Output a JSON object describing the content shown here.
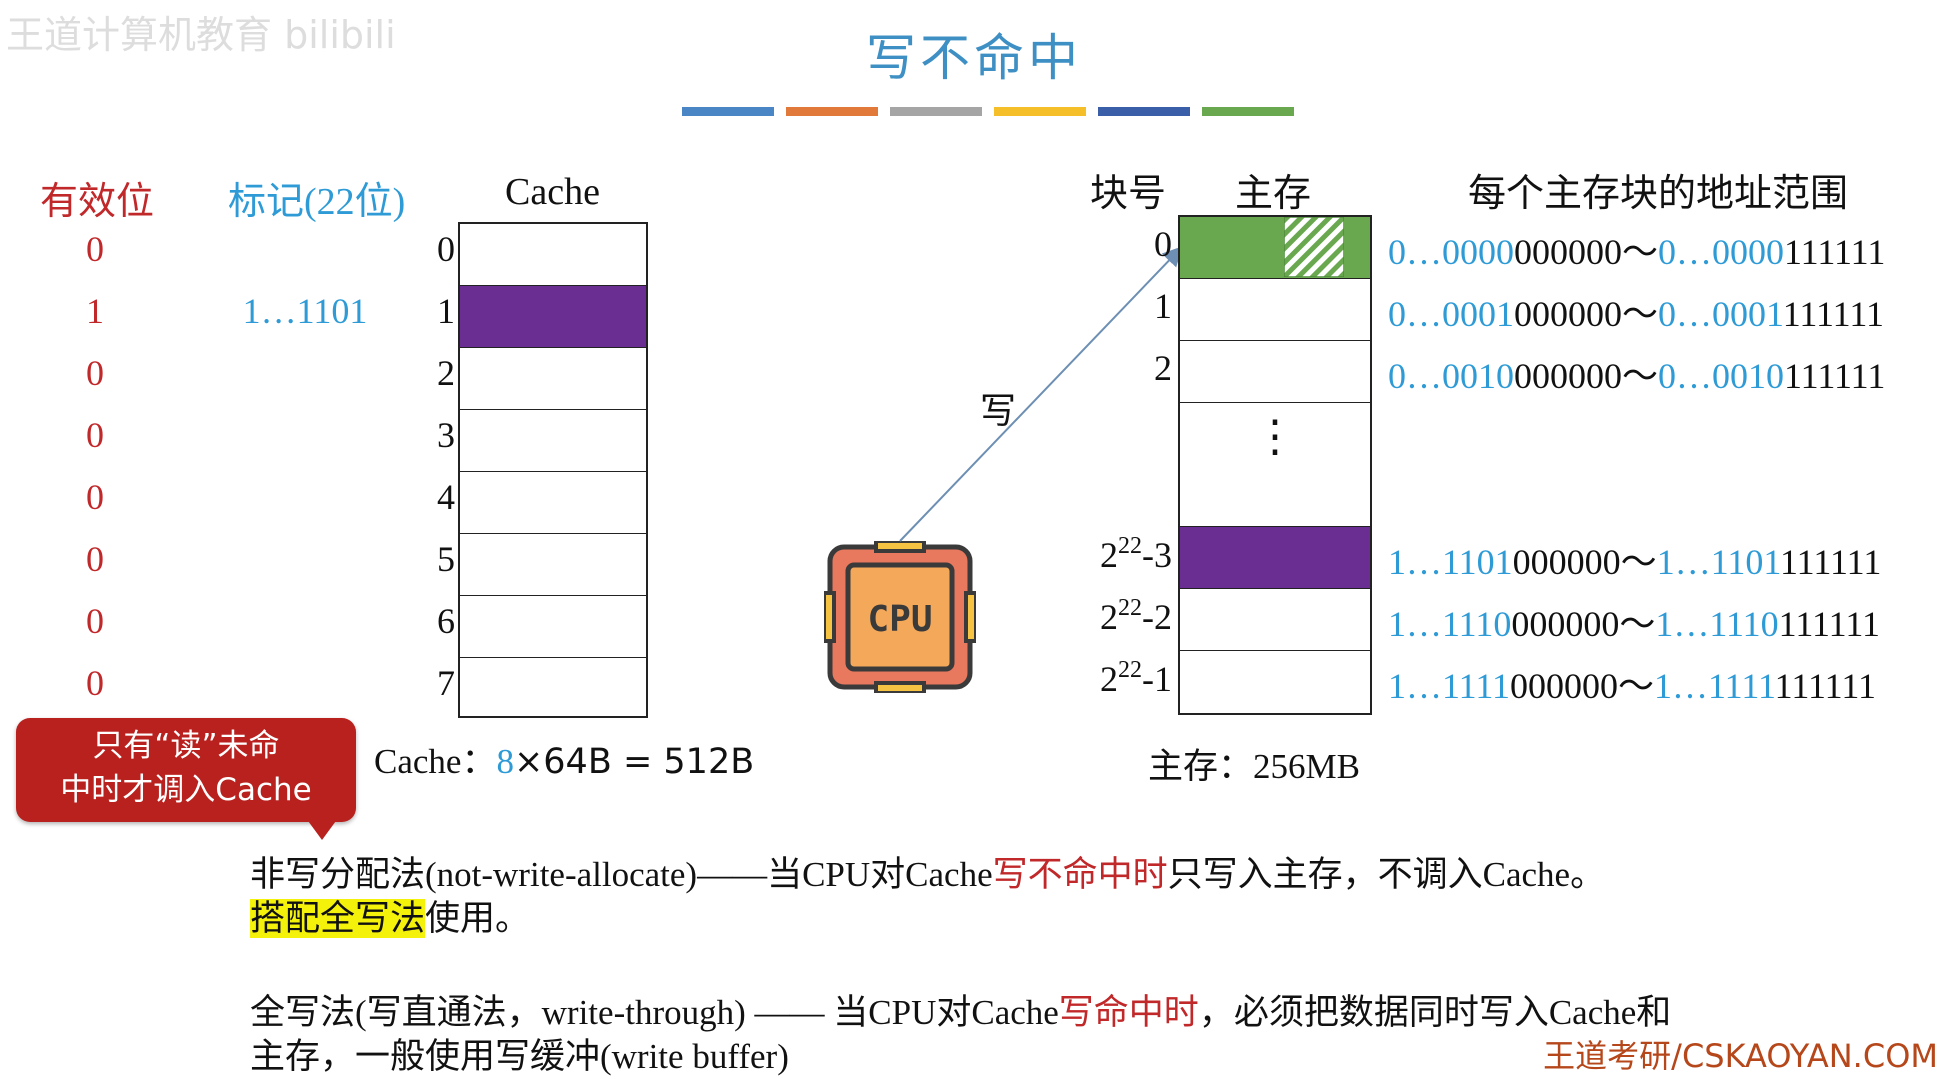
{
  "title": "写不命中",
  "color_bars": [
    "#4a86c5",
    "#e0793a",
    "#a5a5a5",
    "#f5bf2a",
    "#3a5ea8",
    "#6aa84f"
  ],
  "logo_text": "王道计算机教育 bilibili",
  "cache_headers": {
    "valid": "有效位",
    "tag": "标记(22位)",
    "cache": "Cache"
  },
  "cache_rows": [
    {
      "index": "0",
      "valid": "0",
      "tag": ""
    },
    {
      "index": "1",
      "valid": "1",
      "tag": "1…1101"
    },
    {
      "index": "2",
      "valid": "0",
      "tag": ""
    },
    {
      "index": "3",
      "valid": "0",
      "tag": ""
    },
    {
      "index": "4",
      "valid": "0",
      "tag": ""
    },
    {
      "index": "5",
      "valid": "0",
      "tag": ""
    },
    {
      "index": "6",
      "valid": "0",
      "tag": ""
    },
    {
      "index": "7",
      "valid": "0",
      "tag": ""
    }
  ],
  "cache_size": {
    "prefix": "Cache：",
    "count": "8",
    "rest": "×64B = 512B"
  },
  "mem_headers": {
    "block": "块号",
    "mem": "主存",
    "range": "每个主存块的地址范围"
  },
  "mem_rows": [
    {
      "base": "0",
      "exp": "",
      "suffix": "",
      "range_a_hi": "0…0000",
      "range_a_lo": "000000",
      "range_b_hi": "0…0000",
      "range_b_lo": "111111"
    },
    {
      "base": "1",
      "exp": "",
      "suffix": "",
      "range_a_hi": "0…0001",
      "range_a_lo": "000000",
      "range_b_hi": "0…0001",
      "range_b_lo": "111111"
    },
    {
      "base": "2",
      "exp": "",
      "suffix": "",
      "range_a_hi": "0…0010",
      "range_a_lo": "000000",
      "range_b_hi": "0…0010",
      "range_b_lo": "111111"
    },
    {
      "base": "2",
      "exp": "22",
      "suffix": "-3",
      "range_a_hi": "1…1101",
      "range_a_lo": "000000",
      "range_b_hi": "1…1101",
      "range_b_lo": "111111"
    },
    {
      "base": "2",
      "exp": "22",
      "suffix": "-2",
      "range_a_hi": "1…1110",
      "range_a_lo": "000000",
      "range_b_hi": "1…1110",
      "range_b_lo": "111111"
    },
    {
      "base": "2",
      "exp": "22",
      "suffix": "-1",
      "range_a_hi": "1…1111",
      "range_a_lo": "000000",
      "range_b_hi": "1…1111",
      "range_b_lo": "111111"
    }
  ],
  "range_sep": "～",
  "mem_dots": "⋮",
  "mem_size": "主存：256MB",
  "write_label": "写",
  "cpu_label": "CPU",
  "callout": {
    "line1": "只有“读”未命",
    "line2": "中时才调入Cache"
  },
  "para1": {
    "a": "非写分配法(not-write-allocate)——当CPU对Cache",
    "b": "写不命中时",
    "c": "只写入主存，不调入Cache。",
    "d": "搭配全写法",
    "e": "使用。"
  },
  "para2": {
    "a": "全写法(写直通法，write-through) —— 当CPU对Cache",
    "b": "写命中时",
    "c": "，必须把数据同时写入Cache和",
    "d": "主存，一般使用写缓冲(write buffer)"
  },
  "watermark": "王道考研/CSKAOYAN.COM",
  "colors": {
    "purple": "#6a2d91",
    "green": "#6aa84f",
    "red": "#c0282a",
    "blue": "#2e9bd6"
  }
}
